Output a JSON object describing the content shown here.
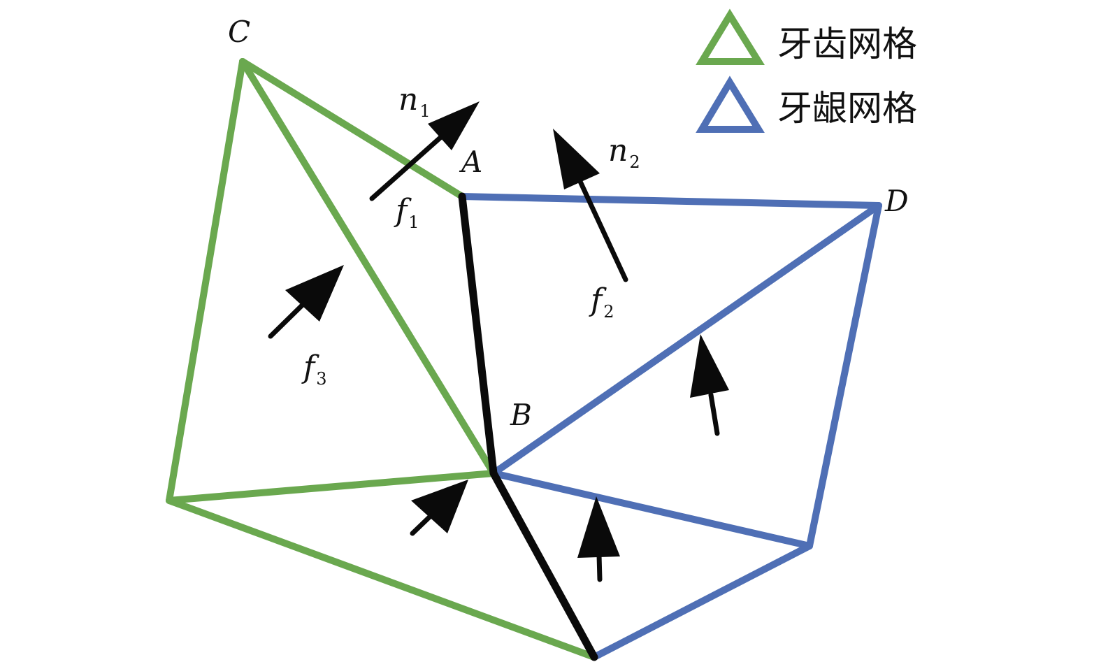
{
  "vertices": {
    "A": "A",
    "B": "B",
    "C": "C",
    "D": "D"
  },
  "normals": {
    "n1": {
      "base": "n",
      "sub": "1"
    },
    "n2": {
      "base": "n",
      "sub": "2"
    }
  },
  "faces": {
    "f1": {
      "base": "f",
      "sub": "1"
    },
    "f2": {
      "base": "f",
      "sub": "2"
    },
    "f3": {
      "base": "f",
      "sub": "3"
    }
  },
  "legend": {
    "tooth_mesh": {
      "label": "牙齿网格",
      "color": "#6aa84f"
    },
    "gum_mesh": {
      "label": "牙龈网格",
      "color": "#4f6fb5"
    }
  },
  "colors": {
    "boundary": "#0a0a0a"
  }
}
